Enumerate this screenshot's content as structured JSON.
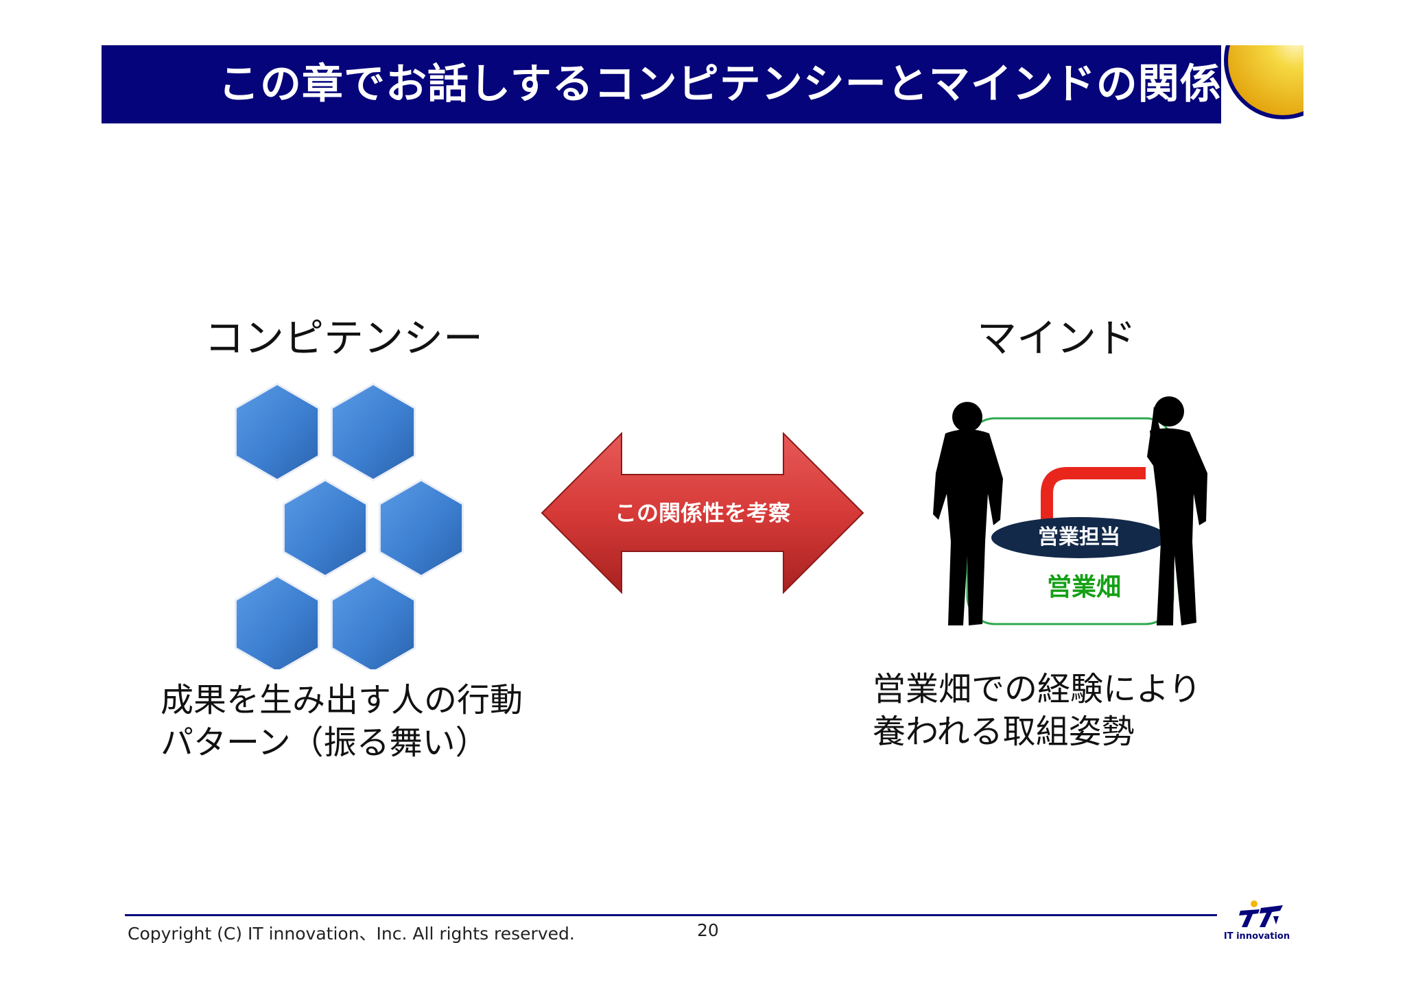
{
  "slide": {
    "title": "この章でお話しするコンピテンシーとマインドの関係"
  },
  "left": {
    "heading": "コンピテンシー",
    "desc_line1": "成果を生み出す人の行動",
    "desc_line2": "パターン（振る舞い）"
  },
  "center": {
    "arrow_label": "この関係性を考察"
  },
  "right": {
    "heading": "マインド",
    "pill_label": "営業担当",
    "field_label": "営業畑",
    "desc_line1": "営業畑での経験により",
    "desc_line2": "養われる取組姿勢"
  },
  "footer": {
    "copyright": "Copyright (C) IT innovation、Inc. All rights reserved.",
    "page_number": "20",
    "logo_text": "IT innovation"
  },
  "colors": {
    "title_bar": "#05047a",
    "hexagon": "#3d7fd0",
    "arrow": "#d63a38",
    "pill": "#12294a",
    "green_frame": "#2fa84f",
    "red_path": "#e8261c",
    "field_text": "#15a015"
  },
  "icons": {
    "sun": "sun-emblem-icon",
    "hexagons": "hexagon-cluster-icon",
    "arrow": "double-arrow-icon",
    "people": "businessman-silhouette-icon",
    "logo": "it-innovation-logo-icon"
  }
}
